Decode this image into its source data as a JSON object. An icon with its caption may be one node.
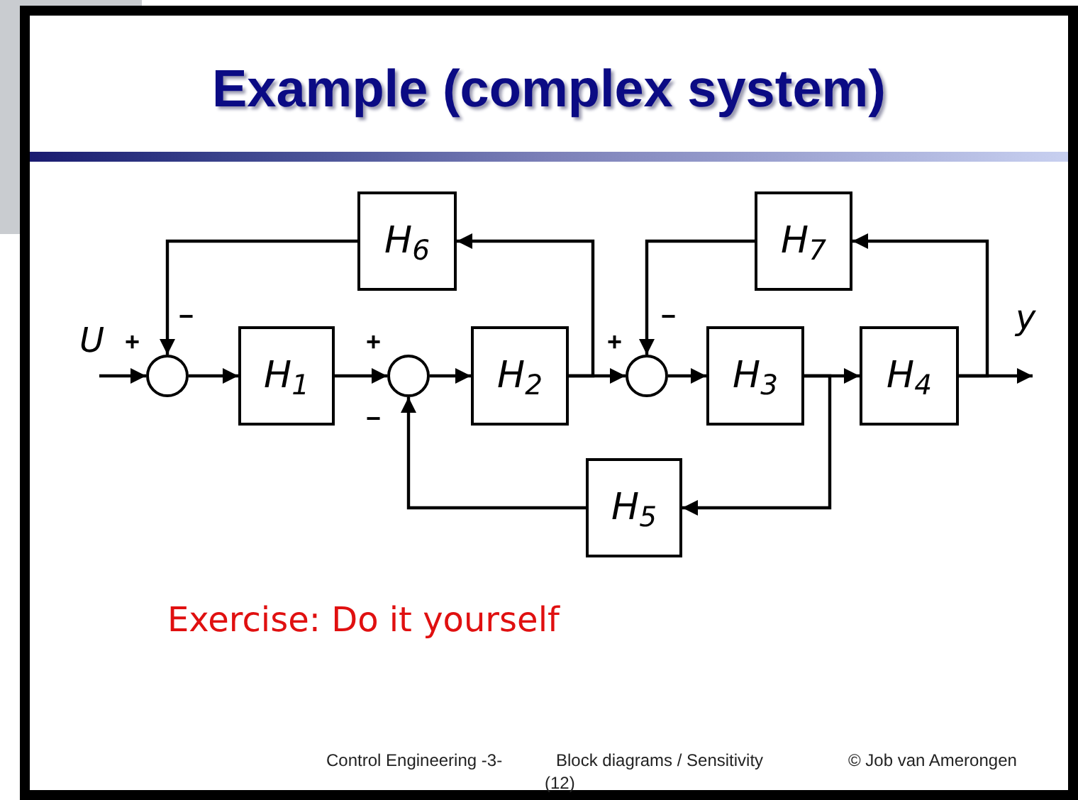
{
  "diagram": {
    "title": "Example (complex system)",
    "nodes": [
      {
        "text": [],
        "shape": "circle",
        "beside": [
          "+",
          "−"
        ]
      },
      {
        "text": [
          "H$_{1}$"
        ]
      },
      {
        "text": [],
        "shape": "circle",
        "beside": [
          "+",
          "−"
        ]
      },
      {
        "text": [
          "H$_{2}$"
        ]
      },
      {
        "text": [],
        "shape": "circle",
        "beside": [
          "+",
          "−"
        ]
      },
      {
        "text": [
          "H$_{3}$"
        ]
      },
      {
        "text": [
          "H$_{4}$"
        ]
      },
      {
        "text": [
          "H$_{5}$"
        ]
      },
      {
        "text": [
          "H$_{6}$"
        ]
      },
      {
        "text": [
          "H$_{7}$"
        ]
      }
    ],
    "edges": [
      {
        "from": null,
        "to": 0,
        "arrow": "to",
        "label": "U"
      },
      {
        "from": 0,
        "to": 1,
        "arrow": "to"
      },
      {
        "from": 1,
        "to": 2,
        "arrow": "to"
      },
      {
        "from": 2,
        "to": 3,
        "arrow": "to"
      },
      {
        "from": 3,
        "to": 4,
        "arrow": "to"
      },
      {
        "from": 3,
        "to": 8,
        "arrow": "to"
      },
      {
        "from": 8,
        "to": 0,
        "arrow": "to"
      },
      {
        "from": 4,
        "to": 5,
        "arrow": "to"
      },
      {
        "from": 5,
        "to": 6,
        "arrow": "to"
      },
      {
        "from": 5,
        "to": 7,
        "arrow": "to"
      },
      {
        "from": 7,
        "to": 2,
        "arrow": "to"
      },
      {
        "from": 6,
        "to": null,
        "arrow": "to",
        "label": "y"
      },
      {
        "from": 6,
        "to": 9,
        "arrow": "to"
      },
      {
        "from": 9,
        "to": 4,
        "arrow": "to"
      }
    ],
    "labels": [
      "Exercise: Do it yourself",
      "Control Engineering -3-",
      "Block diagrams / Sensitivity",
      "(12)",
      "© Job van Amerongen"
    ]
  }
}
